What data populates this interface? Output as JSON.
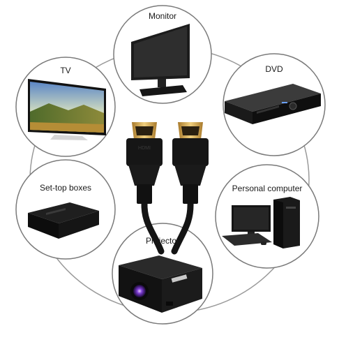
{
  "devices": [
    {
      "id": "monitor",
      "label": "Monitor",
      "icon": "monitor-icon"
    },
    {
      "id": "tv",
      "label": "TV",
      "icon": "tv-icon"
    },
    {
      "id": "dvd",
      "label": "DVD",
      "icon": "dvd-player-icon"
    },
    {
      "id": "set-top",
      "label": "Set-top boxes",
      "icon": "set-top-box-icon"
    },
    {
      "id": "pc",
      "label": "Personal computer",
      "icon": "desktop-computer-icon"
    },
    {
      "id": "projector",
      "label": "Projector",
      "icon": "projector-icon"
    }
  ],
  "center": {
    "icon": "hdmi-cable-icon",
    "connector_text": "HDMI"
  },
  "colors": {
    "ring": "#9a9a9a",
    "circle_fill": "#ffffff",
    "device": "#1c1c1c",
    "plug_gold": "#d4aa55",
    "cable": "#141414"
  }
}
